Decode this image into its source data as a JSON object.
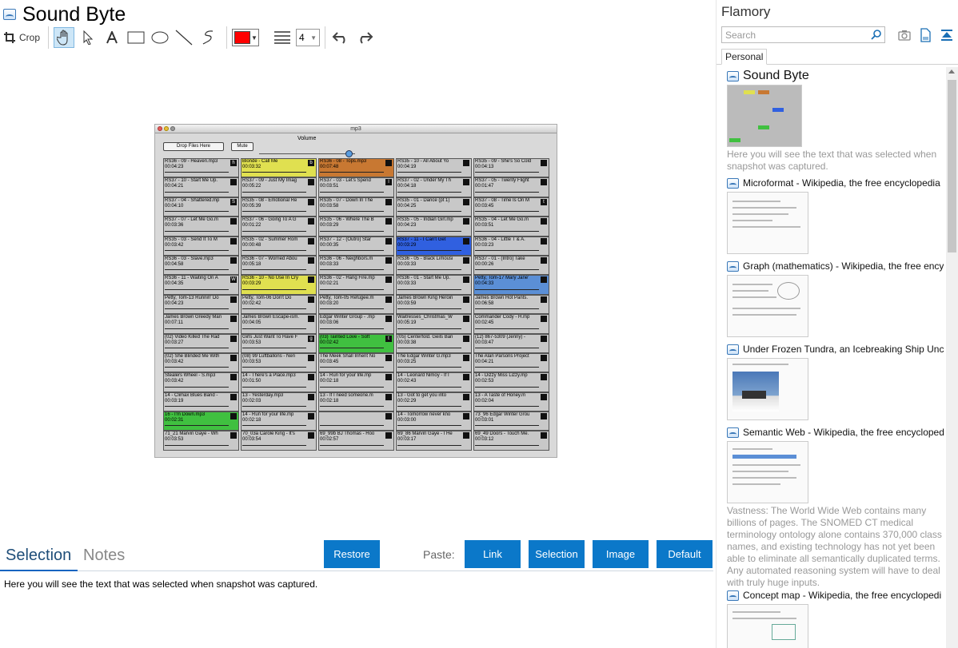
{
  "app": {
    "title": "Sound Byte"
  },
  "toolbar": {
    "crop_label": "Crop",
    "line_width": "4",
    "color": "#ff0000"
  },
  "screenshot": {
    "window_title": "mp3",
    "drop_label": "Drop Files Here",
    "mute_label": "Mute",
    "volume_label": "Volume",
    "cells": [
      {
        "name": "RS36 - 09 - Heaven.mp3",
        "time": "00:04:23",
        "key": "h",
        "color": "#c8c8c8"
      },
      {
        "name": "Blonde - Call Me",
        "time": "00:03:32",
        "key": "b",
        "color": "#e0e050"
      },
      {
        "name": "RS36 - 08 - Tops.mp3",
        "time": "00:07:48",
        "key": "",
        "color": "#c87832"
      },
      {
        "name": "RS35 - 10 - All About Yo",
        "time": "00:04:19",
        "key": "",
        "color": "#c8c8c8"
      },
      {
        "name": "RS35 - 09 - She's So Cold",
        "time": "00:04:13",
        "key": "",
        "color": "#c8c8c8"
      },
      {
        "name": "RS37 - 10 - Start Me Up.",
        "time": "00:04:21",
        "key": "",
        "color": "#c8c8c8"
      },
      {
        "name": "RS37 - 09 - Just My Imag",
        "time": "00:05:22",
        "key": "",
        "color": "#c8c8c8"
      },
      {
        "name": "RS37 - 03 - Let's Spend",
        "time": "00:03:51",
        "key": "l",
        "color": "#c8c8c8"
      },
      {
        "name": "RS37 - 02 - Under My Th",
        "time": "00:04:18",
        "key": "",
        "color": "#c8c8c8"
      },
      {
        "name": "RS37 - 05 - Twenty Flight",
        "time": "00:01:47",
        "key": "",
        "color": "#c8c8c8"
      },
      {
        "name": "RS37 - 04 - Shattered.mp",
        "time": "00:04:10",
        "key": "S",
        "color": "#c8c8c8"
      },
      {
        "name": "RS35 - 08 - Emotional Re",
        "time": "00:05:39",
        "key": "",
        "color": "#c8c8c8"
      },
      {
        "name": "RS35 - 07 - Down In The",
        "time": "00:03:58",
        "key": "",
        "color": "#c8c8c8"
      },
      {
        "name": "RS35 - 01 - Dance (pt 1)",
        "time": "00:04:25",
        "key": "",
        "color": "#c8c8c8"
      },
      {
        "name": "RS37 - 08 - Time Is On M",
        "time": "00:03:45",
        "key": "t",
        "color": "#c8c8c8"
      },
      {
        "name": "RS37 - 07 - Let Me Go.m",
        "time": "00:03:36",
        "key": "",
        "color": "#c8c8c8"
      },
      {
        "name": "RS37 - 06 - Going To A G",
        "time": "00:01:22",
        "key": "",
        "color": "#c8c8c8"
      },
      {
        "name": "RS35 - 06 - Where The B",
        "time": "00:03:29",
        "key": "",
        "color": "#c8c8c8"
      },
      {
        "name": "RS35 - 05 - Indian Girl.mp",
        "time": "00:04:23",
        "key": "",
        "color": "#c8c8c8"
      },
      {
        "name": "RS35 - 04 - Let Me Go.m",
        "time": "00:03:51",
        "key": "",
        "color": "#c8c8c8"
      },
      {
        "name": "RS35 - 03 - Send It To M",
        "time": "00:03:42",
        "key": "",
        "color": "#c8c8c8"
      },
      {
        "name": "RS35 - 02 - Summer Rom",
        "time": "00:00:48",
        "key": "",
        "color": "#c8c8c8"
      },
      {
        "name": "RS37 - 12 - (Outro) Star",
        "time": "00:00:35",
        "key": "",
        "color": "#c8c8c8"
      },
      {
        "name": "RS37 - 11 - I Can't Get",
        "time": "00:03:29",
        "key": "",
        "color": "#3060e0"
      },
      {
        "name": "RS36 - 04 - Little T & A.",
        "time": "00:03:23",
        "key": "",
        "color": "#c8c8c8"
      },
      {
        "name": "RS36 - 03 - Slave.mp3",
        "time": "00:04:58",
        "key": "",
        "color": "#c8c8c8"
      },
      {
        "name": "RS36 - 07 - Worried Abou",
        "time": "00:05:18",
        "key": "",
        "color": "#c8c8c8"
      },
      {
        "name": "RS36 - 06 - Neighbors.m",
        "time": "00:03:33",
        "key": "",
        "color": "#c8c8c8"
      },
      {
        "name": "RS36 - 05 - Black Limousi",
        "time": "00:03:33",
        "key": "",
        "color": "#c8c8c8"
      },
      {
        "name": "RS37 - 01 - (Intro) Take",
        "time": "00:00:26",
        "key": "",
        "color": "#c8c8c8"
      },
      {
        "name": "RS36 - 11 - Waiting On A",
        "time": "00:04:35",
        "key": "W",
        "color": "#c8c8c8"
      },
      {
        "name": "RS36 - 10 - No Use In Cry",
        "time": "00:03:29",
        "key": "",
        "color": "#e0e050"
      },
      {
        "name": "RS36 - 02 - Hang Fire.mp",
        "time": "00:02:21",
        "key": "",
        "color": "#c8c8c8"
      },
      {
        "name": "RS36 - 01 - Start Me Up.",
        "time": "00:03:33",
        "key": "",
        "color": "#c8c8c8"
      },
      {
        "name": "Petty, Tom-17 Mary Jane'",
        "time": "00:04:33",
        "key": "",
        "color": "#5b8fd6"
      },
      {
        "name": "Petty, Tom-13 Runnin' Do",
        "time": "00:04:23",
        "key": "",
        "color": "#c8c8c8"
      },
      {
        "name": "Petty, Tom-06 Don't Do",
        "time": "00:02:42",
        "key": "",
        "color": "#c8c8c8"
      },
      {
        "name": "Petty, Tom-05 Refugee.m",
        "time": "00:03:20",
        "key": "",
        "color": "#c8c8c8"
      },
      {
        "name": "James Brown King Heroin",
        "time": "00:03:59",
        "key": "",
        "color": "#c8c8c8"
      },
      {
        "name": "James Brown Hot Pants.",
        "time": "00:06:58",
        "key": "",
        "color": "#c8c8c8"
      },
      {
        "name": "James Brown Greedy Man",
        "time": "00:07:11",
        "key": "",
        "color": "#c8c8c8"
      },
      {
        "name": "James Brown Escape-ism.",
        "time": "00:04:05",
        "key": "",
        "color": "#c8c8c8"
      },
      {
        "name": "Edgar Winter Group - .mp",
        "time": "00:03:06",
        "key": "",
        "color": "#c8c8c8"
      },
      {
        "name": "Waitresses_Christmas_W",
        "time": "00:05:19",
        "key": "",
        "color": "#c8c8c8"
      },
      {
        "name": "Commander Cody - H.mp",
        "time": "00:02:45",
        "key": "",
        "color": "#c8c8c8"
      },
      {
        "name": "(02) Video Killed The Rad",
        "time": "00:03:27",
        "key": "",
        "color": "#c8c8c8"
      },
      {
        "name": "Girls Just Want To Have F",
        "time": "00:03:53",
        "key": "g",
        "color": "#c8c8c8"
      },
      {
        "name": "(03) Tainted Love - Soft",
        "time": "00:02:42",
        "key": "t",
        "color": "#40c040"
      },
      {
        "name": "(05) Centerfold. Geils Ban",
        "time": "00:03:38",
        "key": "",
        "color": "#c8c8c8"
      },
      {
        "name": "(12) 867-5309 (Jenny) -",
        "time": "00:03:47",
        "key": "",
        "color": "#c8c8c8"
      },
      {
        "name": "(02) She Blinded Me With",
        "time": "00:03:42",
        "key": "",
        "color": "#c8c8c8"
      },
      {
        "name": "(08) 99 Luftballons - Nen",
        "time": "00:03:53",
        "key": "",
        "color": "#c8c8c8"
      },
      {
        "name": "The Meek Shall Inherit No",
        "time": "00:03:45",
        "key": "",
        "color": "#c8c8c8"
      },
      {
        "name": "The Edgar Winter G.mp3",
        "time": "00:03:25",
        "key": "",
        "color": "#c8c8c8"
      },
      {
        "name": "The Alan Parsons Project",
        "time": "00:04:21",
        "key": "",
        "color": "#c8c8c8"
      },
      {
        "name": "Stealers Wheel - S.mp3",
        "time": "00:03:42",
        "key": "",
        "color": "#c8c8c8"
      },
      {
        "name": "14 - There's a Place.mp3",
        "time": "00:01:50",
        "key": "",
        "color": "#c8c8c8"
      },
      {
        "name": "14 - Run for your life.mp",
        "time": "00:02:18",
        "key": "",
        "color": "#c8c8c8"
      },
      {
        "name": "14 - Leonard Nimoy - If I",
        "time": "00:02:43",
        "key": "",
        "color": "#c8c8c8"
      },
      {
        "name": "14 - Dizzy Miss Lizzy.mp",
        "time": "00:02:53",
        "key": "",
        "color": "#c8c8c8"
      },
      {
        "name": "14 - Climax Blues Band -",
        "time": "00:03:19",
        "key": "",
        "color": "#c8c8c8"
      },
      {
        "name": "13 - Yesterday.mp3",
        "time": "00:02:03",
        "key": "",
        "color": "#c8c8c8"
      },
      {
        "name": "13 - If I need someone.m",
        "time": "00:02:18",
        "key": "",
        "color": "#c8c8c8"
      },
      {
        "name": "13 - Got to get you into",
        "time": "00:02:29",
        "key": "",
        "color": "#c8c8c8"
      },
      {
        "name": "13 - A Taste of Honey.m",
        "time": "00:02:04",
        "key": "",
        "color": "#c8c8c8"
      },
      {
        "name": "16 - I'm Down.mp3",
        "time": "00:02:31",
        "key": "",
        "color": "#40c040"
      },
      {
        "name": "14 - Run for your life.mp",
        "time": "00:02:18",
        "key": "",
        "color": "#c8c8c8"
      },
      {
        "name": "",
        "time": "",
        "key": "",
        "color": "#c8c8c8"
      },
      {
        "name": "14 - Tomorrow never kno",
        "time": "00:03:00",
        "key": "",
        "color": "#c8c8c8"
      },
      {
        "name": "73_96 Edgar Winter Grou",
        "time": "00:03:01",
        "key": "",
        "color": "#c8c8c8"
      },
      {
        "name": "71_21 Marvin Gaye - Wh",
        "time": "00:03:53",
        "key": "",
        "color": "#c8c8c8"
      },
      {
        "name": "70_03a Carole King - It's",
        "time": "00:03:54",
        "key": "",
        "color": "#c8c8c8"
      },
      {
        "name": "69_99b BJ Thomas - Hoo",
        "time": "00:02:57",
        "key": "",
        "color": "#c8c8c8"
      },
      {
        "name": "69_86 Marvin Gaye - I He",
        "time": "00:03:17",
        "key": "",
        "color": "#c8c8c8"
      },
      {
        "name": "69_49 Doors - Touch Me.",
        "time": "00:03:12",
        "key": "",
        "color": "#c8c8c8"
      }
    ]
  },
  "bottom": {
    "tab_selection": "Selection",
    "tab_notes": "Notes",
    "restore_label": "Restore",
    "paste_label": "Paste:",
    "link_label": "Link",
    "selection_label": "Selection",
    "image_label": "Image",
    "default_label": "Default",
    "selection_text": "Here you will see the text that was selected when snapshot was captured."
  },
  "sidebar": {
    "title": "Flamory",
    "search_placeholder": "Search",
    "tab_personal": "Personal",
    "items": [
      {
        "title": "Sound Byte",
        "desc": "Here you will see the text that was selected when snapshot was captured."
      },
      {
        "title": "Microformat - Wikipedia, the free encyclopedia",
        "desc": ""
      },
      {
        "title": "Graph (mathematics) - Wikipedia, the free ency",
        "desc": ""
      },
      {
        "title": "Under Frozen Tundra, an Icebreaking Ship Unco",
        "desc": ""
      },
      {
        "title": "Semantic Web - Wikipedia, the free encycloped",
        "desc": "Vastness: The World Wide Web contains many billions of pages. The SNOMED CT medical terminology ontology alone contains 370,000 class names, and existing technology has not yet been able to eliminate all semantically duplicated terms. Any automated reasoning system will have to deal with truly huge inputs."
      },
      {
        "title": "Concept map - Wikipedia, the free encyclopedi",
        "desc": ""
      }
    ]
  }
}
